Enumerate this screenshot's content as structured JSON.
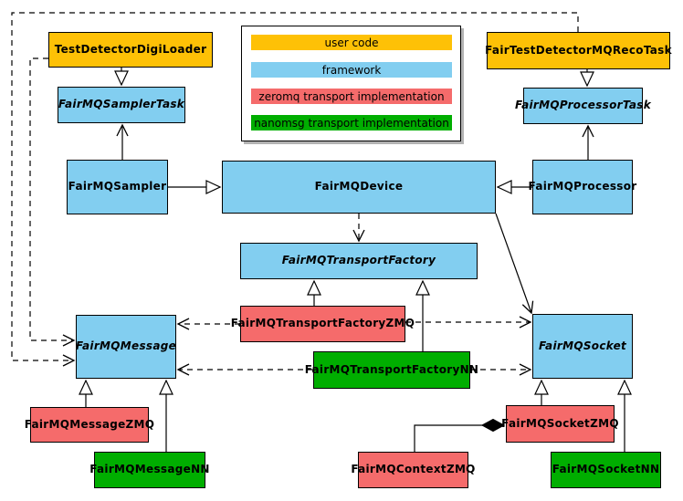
{
  "title": "FairMQ class diagram",
  "nodes": {
    "digiLoader": {
      "label": "TestDetectorDigiLoader",
      "category": "user code",
      "abstract": false
    },
    "recoTask": {
      "label": "FairTestDetectorMQRecoTask",
      "category": "user code",
      "abstract": false
    },
    "samplerTask": {
      "label": "FairMQSamplerTask",
      "category": "framework",
      "abstract": true
    },
    "processorTask": {
      "label": "FairMQProcessorTask",
      "category": "framework",
      "abstract": true
    },
    "sampler": {
      "label": "FairMQSampler",
      "category": "framework",
      "abstract": false
    },
    "device": {
      "label": "FairMQDevice",
      "category": "framework",
      "abstract": false
    },
    "processor": {
      "label": "FairMQProcessor",
      "category": "framework",
      "abstract": false
    },
    "transportFactory": {
      "label": "FairMQTransportFactory",
      "category": "framework",
      "abstract": true
    },
    "transportFactoryZMQ": {
      "label": "FairMQTransportFactoryZMQ",
      "category": "zeromq",
      "abstract": false
    },
    "transportFactoryNN": {
      "label": "FairMQTransportFactoryNN",
      "category": "nanomsg",
      "abstract": false
    },
    "message": {
      "label": "FairMQMessage",
      "category": "framework",
      "abstract": true
    },
    "socket": {
      "label": "FairMQSocket",
      "category": "framework",
      "abstract": true
    },
    "messageZMQ": {
      "label": "FairMQMessageZMQ",
      "category": "zeromq",
      "abstract": false
    },
    "messageNN": {
      "label": "FairMQMessageNN",
      "category": "nanomsg",
      "abstract": false
    },
    "socketZMQ": {
      "label": "FairMQSocketZMQ",
      "category": "zeromq",
      "abstract": false
    },
    "socketNN": {
      "label": "FairMQSocketNN",
      "category": "nanomsg",
      "abstract": false
    },
    "contextZMQ": {
      "label": "FairMQContextZMQ",
      "category": "zeromq",
      "abstract": false
    }
  },
  "legend": {
    "items": [
      {
        "label": "user code",
        "color": "#FEC106"
      },
      {
        "label": "framework",
        "color": "#82CEF0"
      },
      {
        "label": "zeromq transport implementation",
        "color": "#F56B6B"
      },
      {
        "label": "nanomsg transport implementation",
        "color": "#00AE00"
      }
    ]
  },
  "edges": [
    {
      "from": "digiLoader",
      "to": "samplerTask",
      "type": "inheritance"
    },
    {
      "from": "recoTask",
      "to": "processorTask",
      "type": "inheritance"
    },
    {
      "from": "sampler",
      "to": "device",
      "type": "inheritance"
    },
    {
      "from": "processor",
      "to": "device",
      "type": "inheritance"
    },
    {
      "from": "transportFactoryZMQ",
      "to": "transportFactory",
      "type": "inheritance"
    },
    {
      "from": "transportFactoryNN",
      "to": "transportFactory",
      "type": "inheritance"
    },
    {
      "from": "messageZMQ",
      "to": "message",
      "type": "inheritance"
    },
    {
      "from": "messageNN",
      "to": "message",
      "type": "inheritance"
    },
    {
      "from": "socketZMQ",
      "to": "socket",
      "type": "inheritance"
    },
    {
      "from": "socketNN",
      "to": "socket",
      "type": "inheritance"
    },
    {
      "from": "sampler",
      "to": "samplerTask",
      "type": "association"
    },
    {
      "from": "processor",
      "to": "processorTask",
      "type": "association"
    },
    {
      "from": "device",
      "to": "socket",
      "type": "association"
    },
    {
      "from": "device",
      "to": "transportFactory",
      "type": "dependency"
    },
    {
      "from": "transportFactoryZMQ",
      "to": "message",
      "type": "dependency"
    },
    {
      "from": "transportFactoryNN",
      "to": "message",
      "type": "dependency"
    },
    {
      "from": "transportFactoryZMQ",
      "to": "socket",
      "type": "dependency"
    },
    {
      "from": "transportFactoryNN",
      "to": "socket",
      "type": "dependency"
    },
    {
      "from": "digiLoader",
      "to": "message",
      "type": "dependency"
    },
    {
      "from": "recoTask",
      "to": "message",
      "type": "dependency"
    },
    {
      "from": "socketZMQ",
      "to": "contextZMQ",
      "type": "composition"
    }
  ]
}
